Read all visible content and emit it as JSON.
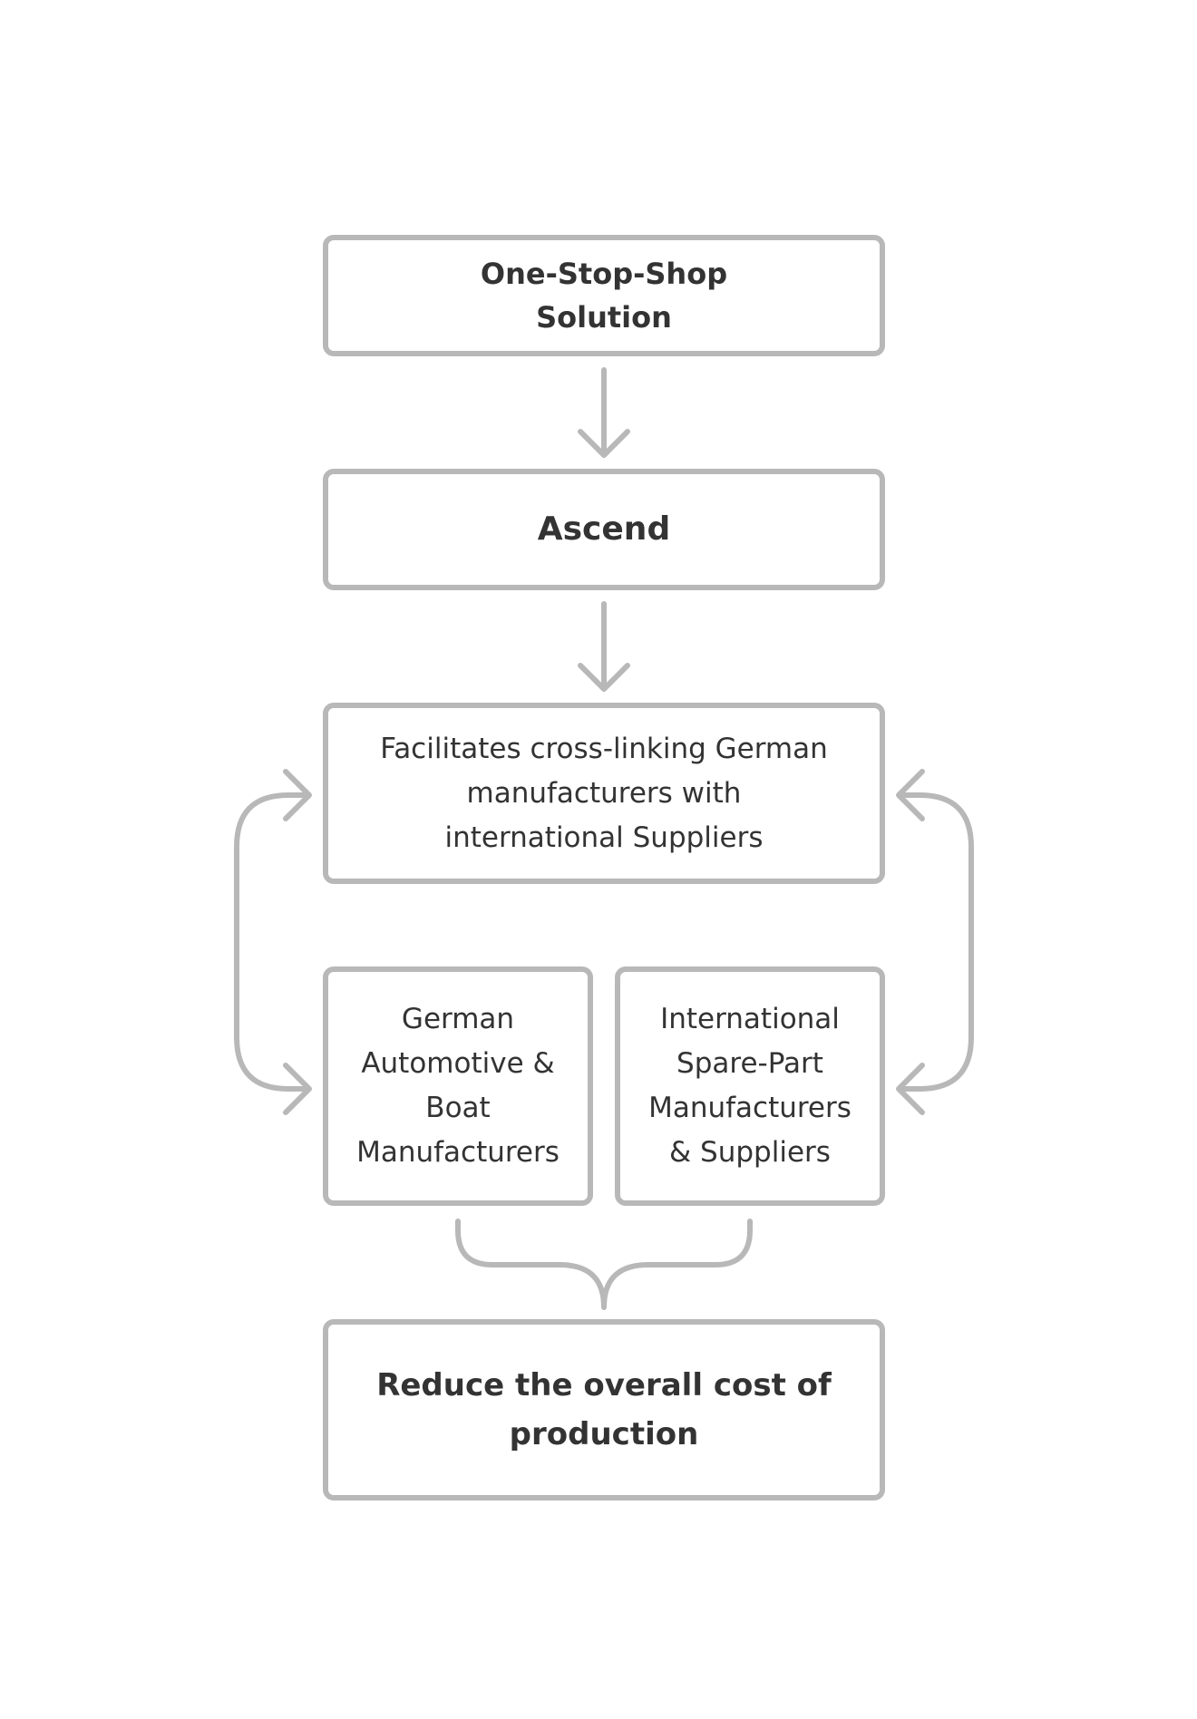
{
  "diagram": {
    "nodes": {
      "one_stop_shop": "One-Stop-Shop\nSolution",
      "ascend": "Ascend",
      "facilitates": "Facilitates cross-linking German\nmanufacturers with\ninternational Suppliers",
      "german_manufacturers": "German\nAutomotive &\nBoat\nManufacturers",
      "international_suppliers": "International\nSpare-Part\nManufacturers\n& Suppliers",
      "reduce_cost": "Reduce the overall cost of\nproduction"
    },
    "connections": [
      {
        "from": "One-Stop-Shop Solution",
        "to": "Ascend",
        "type": "arrow"
      },
      {
        "from": "Ascend",
        "to": "Facilitates cross-linking German manufacturers with international Suppliers",
        "type": "arrow"
      },
      {
        "between": [
          "Facilitates cross-linking German manufacturers with international Suppliers",
          "German Automotive & Boat Manufacturers"
        ],
        "type": "bidirectional-arrow",
        "side": "left"
      },
      {
        "between": [
          "Facilitates cross-linking German manufacturers with international Suppliers",
          "International Spare-Part Manufacturers & Suppliers"
        ],
        "type": "bidirectional-arrow",
        "side": "right"
      },
      {
        "from": [
          "German Automotive & Boat Manufacturers",
          "International Spare-Part Manufacturers & Suppliers"
        ],
        "to": "Reduce the overall cost of production",
        "type": "brace"
      }
    ],
    "colors": {
      "stroke": "#b8b8b8",
      "text": "#333333",
      "background": "#ffffff"
    }
  }
}
